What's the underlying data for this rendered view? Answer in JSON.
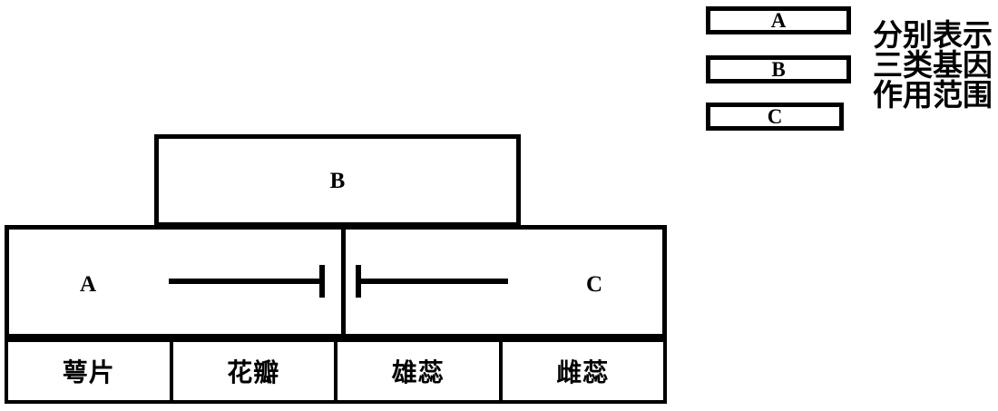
{
  "legend": {
    "items": [
      {
        "key": "A",
        "label": "A"
      },
      {
        "key": "B",
        "label": "B"
      },
      {
        "key": "C",
        "label": "C"
      }
    ],
    "caption": "分别表示\n三类基因\n作用范围"
  },
  "diagram": {
    "tier_b": {
      "label": "B"
    },
    "tier_ac": {
      "left_label": "A",
      "right_label": "C"
    },
    "organs": [
      {
        "label": "萼片"
      },
      {
        "label": "花瓣"
      },
      {
        "label": "雄蕊"
      },
      {
        "label": "雌蕊"
      }
    ]
  },
  "style": {
    "line_color": "#000000",
    "fill_color": "#ffffff"
  }
}
